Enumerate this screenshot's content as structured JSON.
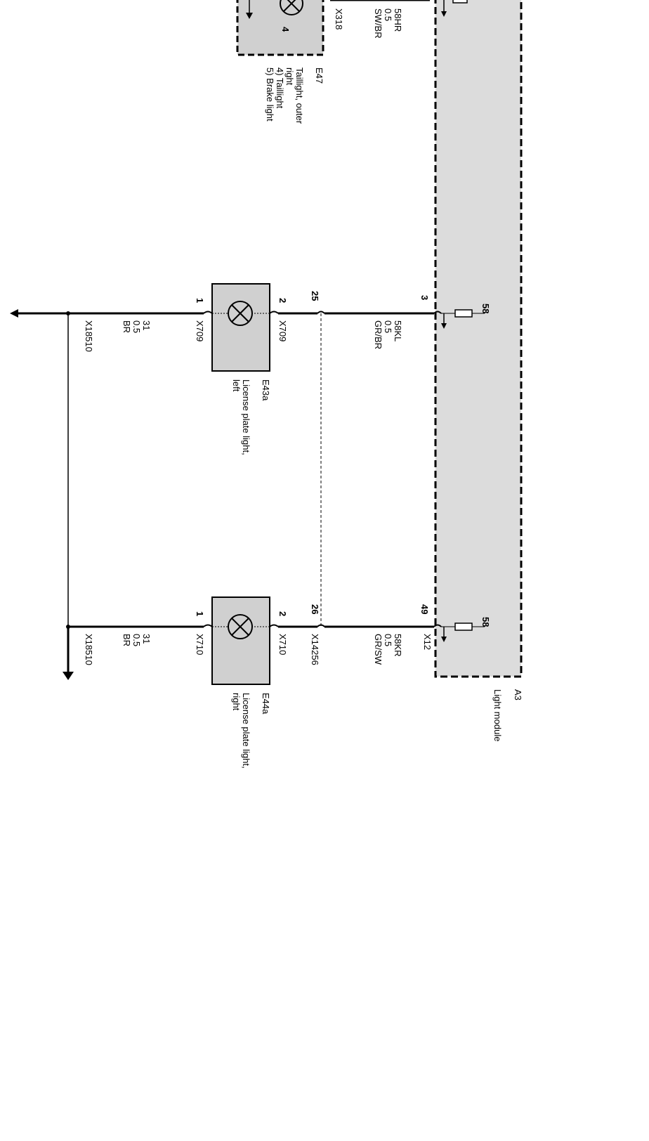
{
  "colors": {
    "module_fill": "#dcdcdc",
    "component_fill": "#d0d0d0",
    "wire": "#000000",
    "background": "#ffffff"
  },
  "light_module": {
    "id": "A3",
    "name": "Light module",
    "connector": "X12",
    "fuse_label": "58"
  },
  "taillight": {
    "id": "E47",
    "name": "Taillight, outer right",
    "name_line1": "Taillight, outer",
    "name_line2": "right",
    "function_4": "4) Taillight",
    "function_5": "5) Brake light",
    "connector": "X318",
    "pin_label": "4",
    "wire": {
      "signal": "58HR",
      "gauge": "0.5",
      "color": "SW/BR"
    }
  },
  "plate_light_left": {
    "id": "E43a",
    "name": "License plate light, left",
    "name_line1": "License plate light,",
    "name_line2": "left",
    "connector": "X709",
    "pin_in": "2",
    "pin_out": "1",
    "splice_pin": "25",
    "module_pin": "3",
    "wire": {
      "signal": "58KL",
      "gauge": "0.5",
      "color": "GR/BR"
    },
    "ground_wire": {
      "signal": "31",
      "gauge": "0.5",
      "color": "BR"
    },
    "ground_connector": "X18510"
  },
  "plate_light_right": {
    "id": "E44a",
    "name": "License plate light, right",
    "name_line1": "License plate light,",
    "name_line2": "right",
    "connector": "X710",
    "pin_in": "2",
    "pin_out": "1",
    "splice_pin": "26",
    "module_pin": "49",
    "splice_connector": "X14256",
    "wire": {
      "signal": "58KR",
      "gauge": "0.5",
      "color": "GR/SW"
    },
    "ground_wire": {
      "signal": "31",
      "gauge": "0.5",
      "color": "BR"
    },
    "ground_connector": "X18510"
  }
}
